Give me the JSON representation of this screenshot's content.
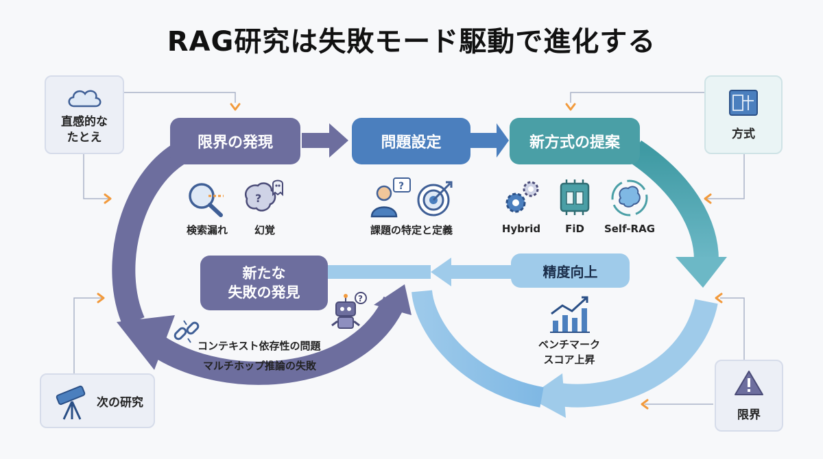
{
  "title": "RAG研究は失敗モード駆動で進化する",
  "stages": {
    "limit_discovery": "限界の発現",
    "problem_setting": "問題設定",
    "new_method": "新方式の提案",
    "accuracy_up": "精度向上",
    "new_failure_line1": "新たな",
    "new_failure_line2": "失敗の発見"
  },
  "limit_items": [
    "検索漏れ",
    "幻覚"
  ],
  "problem_item": "課題の特定と定義",
  "method_items": [
    "Hybrid",
    "FiD",
    "Self-RAG"
  ],
  "accuracy_item_line1": "ベンチマーク",
  "accuracy_item_line2": "スコア上昇",
  "failure_items": [
    "コンテキスト依存性の問題",
    "マルチホップ推論の失敗"
  ],
  "side_labels": {
    "analogy_line1": "直感的な",
    "analogy_line2": "たとえ",
    "method": "方式",
    "next_research": "次の研究",
    "limit": "限界"
  },
  "colors": {
    "purple": "#6d6e9e",
    "blue": "#4b7fbe",
    "teal": "#4a9fa6",
    "lightblue": "#9fcbea",
    "orange": "#f29a3c"
  }
}
